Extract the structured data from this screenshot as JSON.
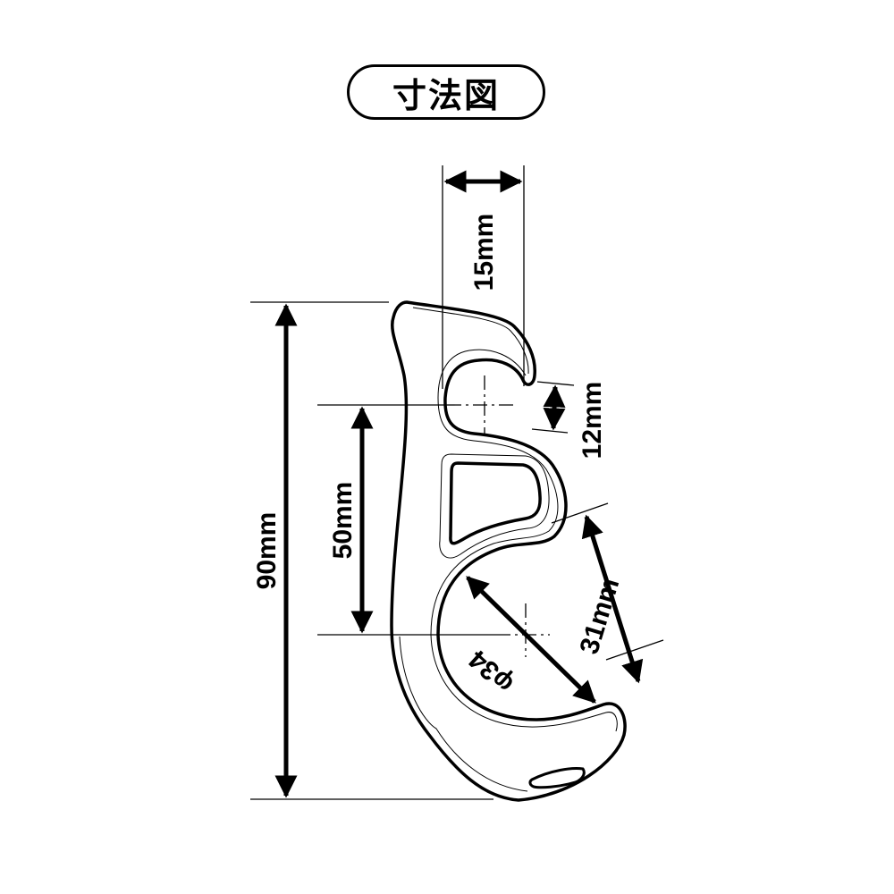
{
  "title": "寸法図",
  "dimensions": {
    "width_top": "15mm",
    "slot_gap": "12mm",
    "center_distance": "50mm",
    "total_height": "90mm",
    "opening": "31mm",
    "hook_diameter": "φ34"
  },
  "colors": {
    "line": "#000000",
    "background": "#ffffff"
  }
}
